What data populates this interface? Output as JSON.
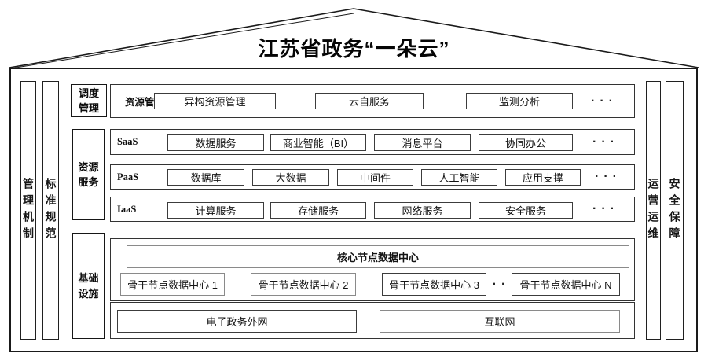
{
  "title": "江苏省政务“一朵云”",
  "pillars": {
    "left": [
      {
        "label": "管理机制"
      },
      {
        "label": "标准规范"
      }
    ],
    "right": [
      {
        "label": "运营运维"
      },
      {
        "label": "安全保障"
      }
    ]
  },
  "scheduling": {
    "label": "调度\n管理",
    "row_label": "资源管理",
    "boxes": [
      "异构资源管理",
      "云自服务",
      "监测分析"
    ],
    "more": "···"
  },
  "services": {
    "label": "资源\n服务",
    "rows": [
      {
        "tier": "SaaS",
        "boxes": [
          "数据服务",
          "商业智能（BI）",
          "消息平台",
          "协同办公"
        ],
        "more": "···"
      },
      {
        "tier": "PaaS",
        "boxes": [
          "数据库",
          "大数据",
          "中间件",
          "人工智能",
          "应用支撑"
        ],
        "more": "···"
      },
      {
        "tier": "IaaS",
        "boxes": [
          "计算服务",
          "存储服务",
          "网络服务",
          "安全服务"
        ],
        "more": "···"
      }
    ]
  },
  "infrastructure": {
    "label": "基础\n设施",
    "core": "核心节点数据中心",
    "backbones": [
      "骨干节点数据中心 1",
      "骨干节点数据中心 2",
      "骨干节点数据中心 3"
    ],
    "backbone_more": "··",
    "backbone_last": "骨干节点数据中心 N",
    "networks": [
      "电子政务外网",
      "互联网"
    ]
  },
  "colors": {
    "line": "#1a1a1a",
    "background": "#ffffff"
  }
}
